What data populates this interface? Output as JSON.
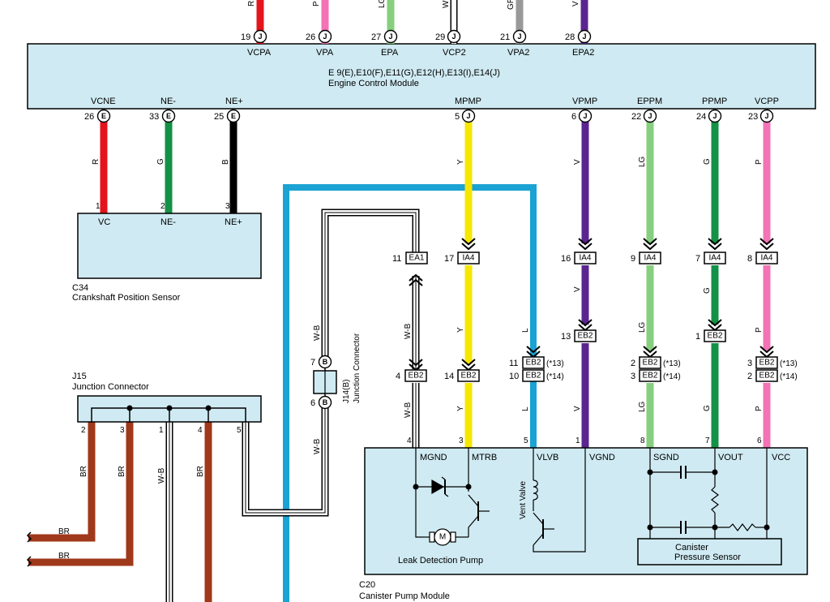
{
  "top_wires": [
    {
      "color_code": "R",
      "pin": "19",
      "conn": "J",
      "signal": "VCPA",
      "color": "#e4141b"
    },
    {
      "color_code": "P",
      "pin": "26",
      "conn": "J",
      "signal": "VPA",
      "color": "#f472b6"
    },
    {
      "color_code": "LG",
      "pin": "27",
      "conn": "J",
      "signal": "EPA",
      "color": "#86cf7e"
    },
    {
      "color_code": "W",
      "pin": "29",
      "conn": "J",
      "signal": "VCP2",
      "color": "#ffffff"
    },
    {
      "color_code": "GR",
      "pin": "21",
      "conn": "J",
      "signal": "VPA2",
      "color": "#999999"
    },
    {
      "color_code": "V",
      "pin": "28",
      "conn": "J",
      "signal": "EPA2",
      "color": "#5b2590"
    }
  ],
  "ecm": {
    "connectors": "E 9(E),E10(F),E11(G),E12(H),E13(I),E14(J)",
    "name": "Engine Control Module"
  },
  "ecm_bottom_pins": [
    {
      "signal": "VCNE",
      "pin": "26",
      "conn": "E"
    },
    {
      "signal": "NE-",
      "pin": "33",
      "conn": "E"
    },
    {
      "signal": "NE+",
      "pin": "25",
      "conn": "E"
    },
    {
      "signal": "MPMP",
      "pin": "5",
      "conn": "J"
    },
    {
      "signal": "VPMP",
      "pin": "6",
      "conn": "J"
    },
    {
      "signal": "EPPM",
      "pin": "22",
      "conn": "J"
    },
    {
      "signal": "PPMP",
      "pin": "24",
      "conn": "J"
    },
    {
      "signal": "VCPP",
      "pin": "23",
      "conn": "J"
    }
  ],
  "crank_wires": [
    {
      "color_code": "R",
      "pin": "1",
      "color": "#e4141b"
    },
    {
      "color_code": "G",
      "pin": "2",
      "color": "#139146"
    },
    {
      "color_code": "B",
      "pin": "3",
      "color": "#000000"
    }
  ],
  "crank_sensor": {
    "id": "C34",
    "name": "Crankshaft Position Sensor",
    "terminals": [
      "VC",
      "NE-",
      "NE+"
    ]
  },
  "inline": {
    "ea1": {
      "pin": "11",
      "label": "EA1"
    },
    "ia4": [
      {
        "pin": "17",
        "label": "IA4"
      },
      {
        "pin": "16",
        "label": "IA4"
      },
      {
        "pin": "9",
        "label": "IA4"
      },
      {
        "pin": "7",
        "label": "IA4"
      },
      {
        "pin": "8",
        "label": "IA4"
      }
    ],
    "eb2_mid": [
      {
        "pin": "13",
        "label": "EB2"
      },
      {
        "pin": "1",
        "label": "EB2"
      }
    ],
    "eb2_low": [
      {
        "pin": "4",
        "label": "EB2"
      },
      {
        "pin": "14",
        "label": "EB2"
      },
      {
        "pin": "11",
        "label": "EB2",
        "note": "(*13)",
        "pin2": "10",
        "label2": "EB2",
        "note2": "(*14)"
      },
      {
        "pin": "2",
        "label": "EB2",
        "note": "(*13)",
        "pin2": "3",
        "label2": "EB2",
        "note2": "(*14)"
      },
      {
        "pin": "3",
        "label": "EB2",
        "note": "(*13)",
        "pin2": "2",
        "label2": "EB2",
        "note2": "(*14)"
      }
    ]
  },
  "wire_codes": {
    "y": "Y",
    "v": "V",
    "lg": "LG",
    "g": "G",
    "p": "P",
    "wb": "W-B",
    "l": "L",
    "br": "BR"
  },
  "j14": {
    "pin_top": "7",
    "pin_bottom": "6",
    "conn": "B",
    "id": "J14(B)",
    "name": "Junction Connector"
  },
  "j15": {
    "id": "J15",
    "name": "Junction Connector",
    "pins": [
      "2",
      "3",
      "1",
      "4",
      "5"
    ]
  },
  "cpm_pins": [
    "4",
    "3",
    "5",
    "1",
    "8",
    "7",
    "6"
  ],
  "cpm": {
    "id": "C20",
    "name": "Canister Pump Module",
    "terminals": [
      "MGND",
      "MTRB",
      "VLVB",
      "VGND",
      "SGND",
      "VOUT",
      "VCC"
    ],
    "motor_symbol": "M",
    "pump_label": "Leak Detection Pump",
    "valve_label": "Vent Valve",
    "sensor_label_1": "Canister",
    "sensor_label_2": "Pressure Sensor"
  },
  "br_labels": [
    "BR",
    "BR"
  ]
}
